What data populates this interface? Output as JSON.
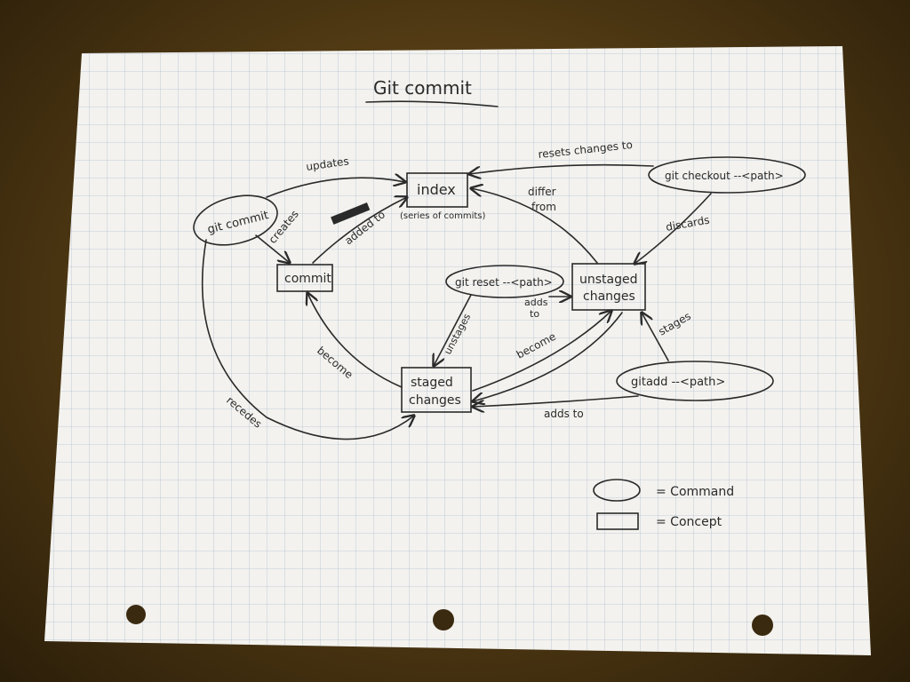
{
  "title": "Git commit",
  "nodes": {
    "index": "index",
    "index_sub": "(series of commits)",
    "commit": "commit",
    "unstaged_line1": "unstaged",
    "unstaged_line2": "changes",
    "staged_line1": "staged",
    "staged_line2": "changes",
    "git_commit": "git commit",
    "git_checkout": "git checkout --<path>",
    "git_reset": "git reset --<path>",
    "git_add": "gitadd --<path>"
  },
  "edges": {
    "updates": "updates",
    "creates": "creates",
    "added_to": "added to",
    "resets_changes_to": "resets changes to",
    "differ_line1": "differ",
    "differ_line2": "from",
    "discards": "discards",
    "adds_to_line1": "adds",
    "adds_to_line2": "to",
    "unstages": "unstages",
    "become_left": "become",
    "become_right": "become",
    "stages": "stages",
    "adds_to_bottom": "adds to",
    "recedes": "recedes"
  },
  "legend": {
    "command": "= Command",
    "concept": "= Concept"
  },
  "colors": {
    "paper": "#f3f2ee",
    "grid": "#a9b8cf",
    "ink": "#2a2a2a",
    "background": "#5a4218"
  }
}
